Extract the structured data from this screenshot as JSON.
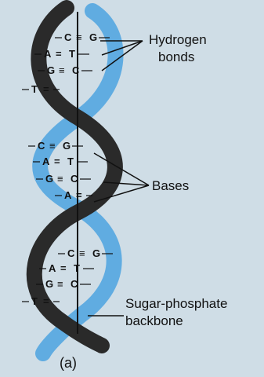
{
  "labels": {
    "hydrogen_line1": "Hydrogen",
    "hydrogen_line2": "bonds",
    "bases": "Bases",
    "backbone_line1": "Sugar-phosphate",
    "backbone_line2": "backbone",
    "caption": "(a)"
  },
  "pairs": [
    {
      "left": "C",
      "right": "G",
      "bond": "≡"
    },
    {
      "left": "A",
      "right": "T",
      "bond": "="
    },
    {
      "left": "G",
      "right": "C",
      "bond": "≡"
    },
    {
      "left": "T",
      "right": "",
      "bond": "="
    },
    {
      "left": "C",
      "right": "G",
      "bond": "≡"
    },
    {
      "left": "A",
      "right": "T",
      "bond": "="
    },
    {
      "left": "G",
      "right": "C",
      "bond": "≡"
    },
    {
      "left": "A",
      "right": "",
      "bond": "="
    },
    {
      "left": "C",
      "right": "G",
      "bond": "≡"
    },
    {
      "left": "A",
      "right": "T",
      "bond": "="
    },
    {
      "left": "G",
      "right": "C",
      "bond": "≡"
    },
    {
      "left": "T",
      "right": "",
      "bond": "="
    }
  ],
  "colors": {
    "background": "#cfdde6",
    "dark_strand": "#2a2a2a",
    "light_strand": "#5aa9e0",
    "text": "#111111"
  }
}
